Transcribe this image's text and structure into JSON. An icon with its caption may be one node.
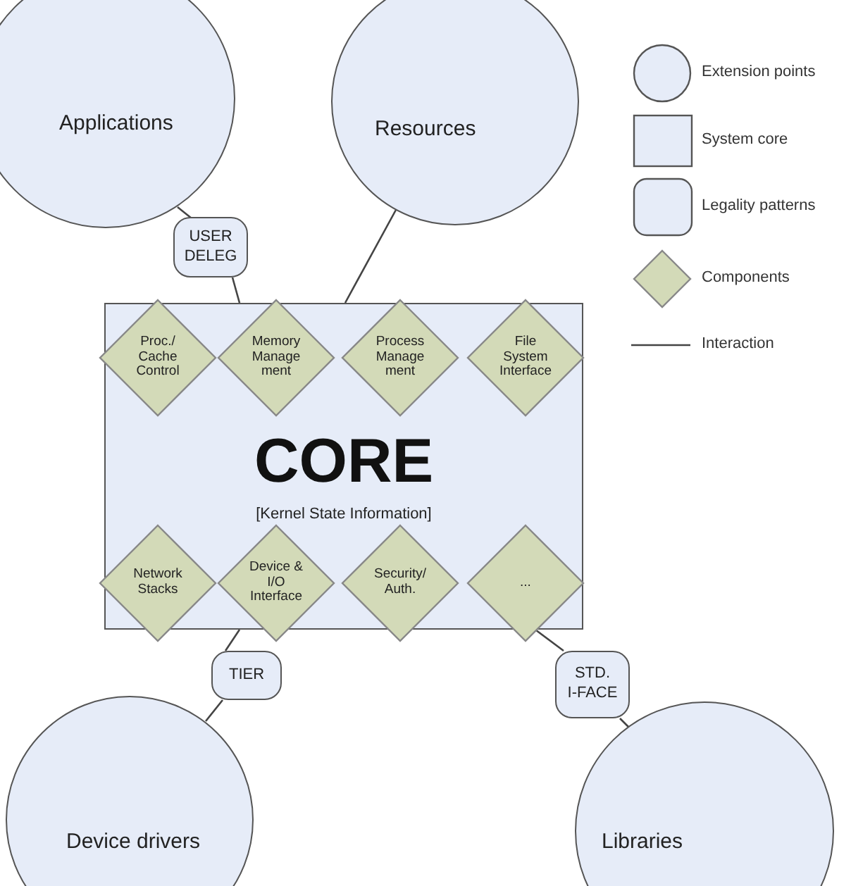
{
  "diagram": {
    "nodes": [
      {
        "text": [
          "Applications"
        ]
      },
      {
        "text": [
          "Resources"
        ]
      },
      {
        "text": [
          "USER DELEG"
        ]
      },
      {
        "text": [
          "CORE",
          "[Kernel State Information]"
        ]
      },
      {
        "text": [
          "Proc./ Cache Control"
        ],
        "in": 3
      },
      {
        "text": [
          "Memory Manage ment"
        ],
        "in": 3
      },
      {
        "text": [
          "Process Manage ment"
        ],
        "in": 3
      },
      {
        "text": [
          "File System Interface"
        ],
        "in": 3
      },
      {
        "text": [
          "Network Stacks"
        ],
        "in": 3
      },
      {
        "text": [
          "Device & I/O Interface"
        ],
        "in": 3
      },
      {
        "text": [
          "Security/ Auth."
        ],
        "in": 3
      },
      {
        "text": [
          "..."
        ],
        "in": 3
      },
      {
        "text": [
          "TIER"
        ]
      },
      {
        "text": [
          "STD. I-FACE"
        ]
      },
      {
        "text": [
          "Device drivers"
        ]
      },
      {
        "text": [
          "Libraries"
        ]
      }
    ],
    "edges": [
      {
        "from": 0,
        "to": 2,
        "arrow": "none"
      },
      {
        "from": 2,
        "to": 3,
        "arrow": "none"
      },
      {
        "from": 1,
        "to": 3,
        "arrow": "none"
      },
      {
        "from": 3,
        "to": 12,
        "arrow": "none"
      },
      {
        "from": 12,
        "to": 14,
        "arrow": "none"
      },
      {
        "from": 3,
        "to": 13,
        "arrow": "none"
      },
      {
        "from": 13,
        "to": 15,
        "arrow": "none"
      }
    ],
    "legend": [
      {
        "text": "Extension points"
      },
      {
        "text": "System core"
      },
      {
        "text": "Legality patterns"
      },
      {
        "text": "Components"
      },
      {
        "text": "Interaction"
      }
    ]
  }
}
